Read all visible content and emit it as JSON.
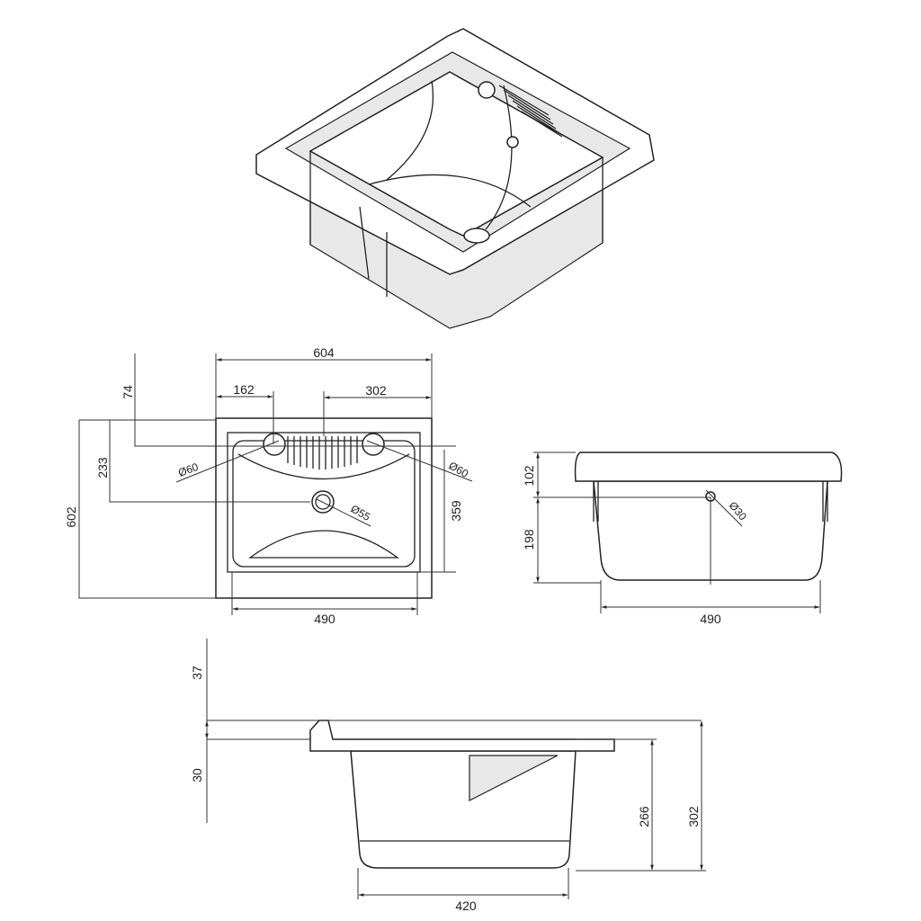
{
  "top_view": {
    "overall_width": "604",
    "drain_from_left": "162",
    "washboard_from_right": "302",
    "hole_offset": "74",
    "drain_offset": "233",
    "overall_depth": "602",
    "left_hole_diameter": "Ø60",
    "right_hole_diameter": "Ø60",
    "drain_diameter": "Ø55",
    "basin_depth": "359",
    "bottom_width": "490"
  },
  "front_view": {
    "rim_height": "102",
    "body_height": "198",
    "overflow_diameter": "Ø30",
    "width": "490"
  },
  "side_view": {
    "top_offset": "37",
    "rim_thickness": "30",
    "basin_height": "266",
    "overall_height": "302",
    "bottom_width": "420"
  }
}
